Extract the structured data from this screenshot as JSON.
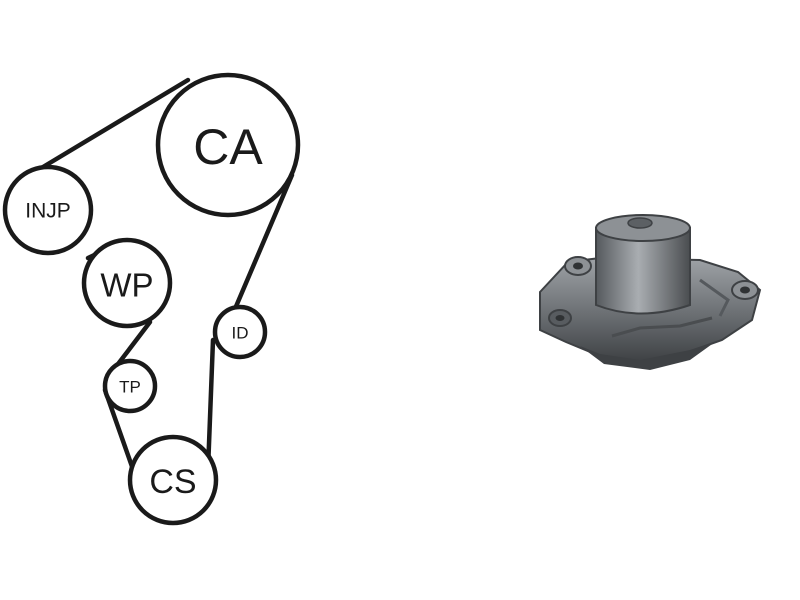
{
  "belt_diagram": {
    "pulleys": [
      {
        "id": "ca",
        "label": "CA"
      },
      {
        "id": "injp",
        "label": "INJP"
      },
      {
        "id": "wp",
        "label": "WP"
      },
      {
        "id": "id",
        "label": "ID"
      },
      {
        "id": "tp",
        "label": "TP"
      },
      {
        "id": "cs",
        "label": "CS"
      }
    ]
  },
  "product_image": {
    "subject": "water-pump",
    "colors": {
      "body": "#6f7377",
      "highlight": "#a9adb1",
      "shadow": "#3e4144"
    }
  },
  "colors": {
    "background": "#ffffff",
    "line": "#1a1a1a"
  }
}
